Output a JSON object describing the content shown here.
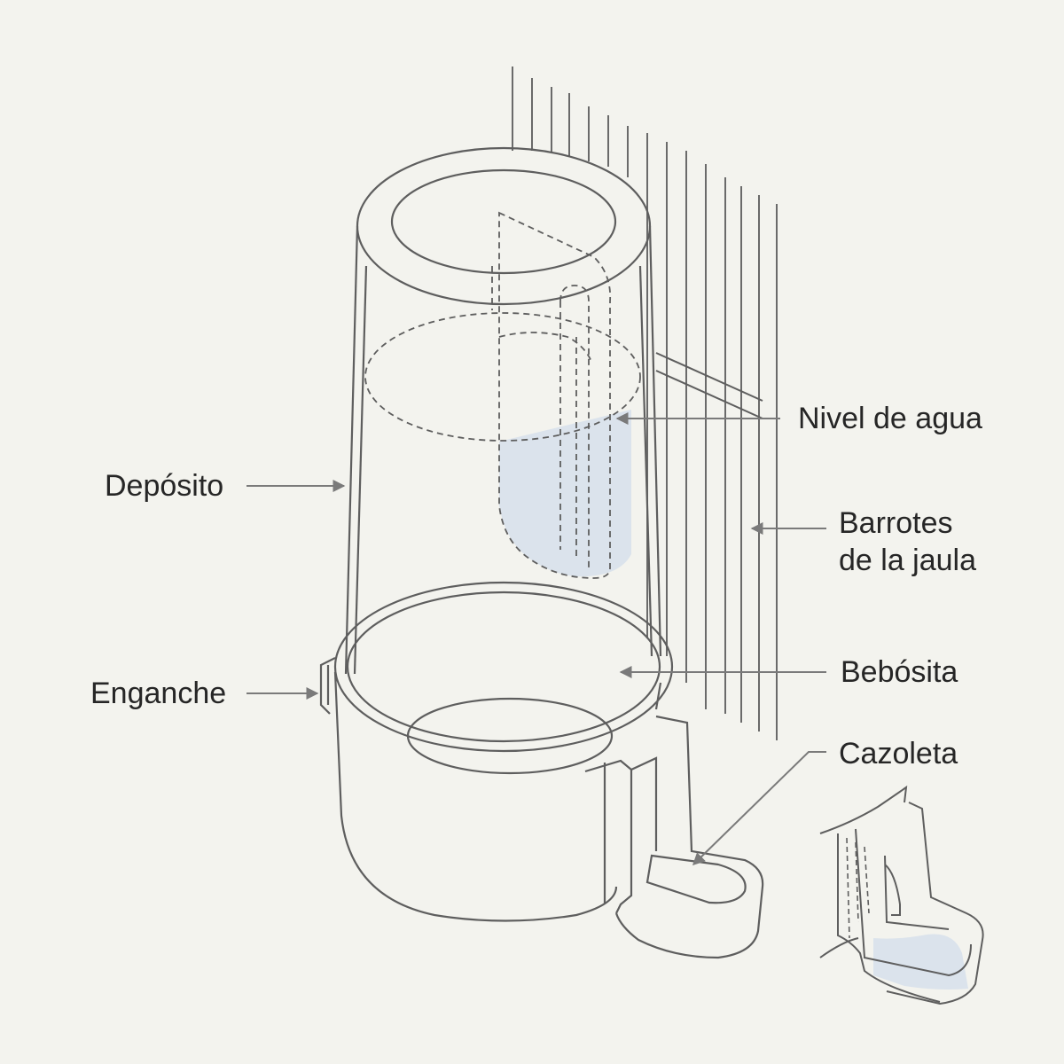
{
  "labels": {
    "deposito": "Depósito",
    "nivel_agua": "Nivel de agua",
    "barrotes_line1": "Barrotes",
    "barrotes_line2": "de la jaula",
    "enganche": "Enganche",
    "bebosita": "Bebósita",
    "cazoleta": "Cazoleta"
  },
  "colors": {
    "background": "#f3f3ee",
    "line": "#5e5e5e",
    "water": "#dbe3ec",
    "leader": "#7a7a7a"
  }
}
